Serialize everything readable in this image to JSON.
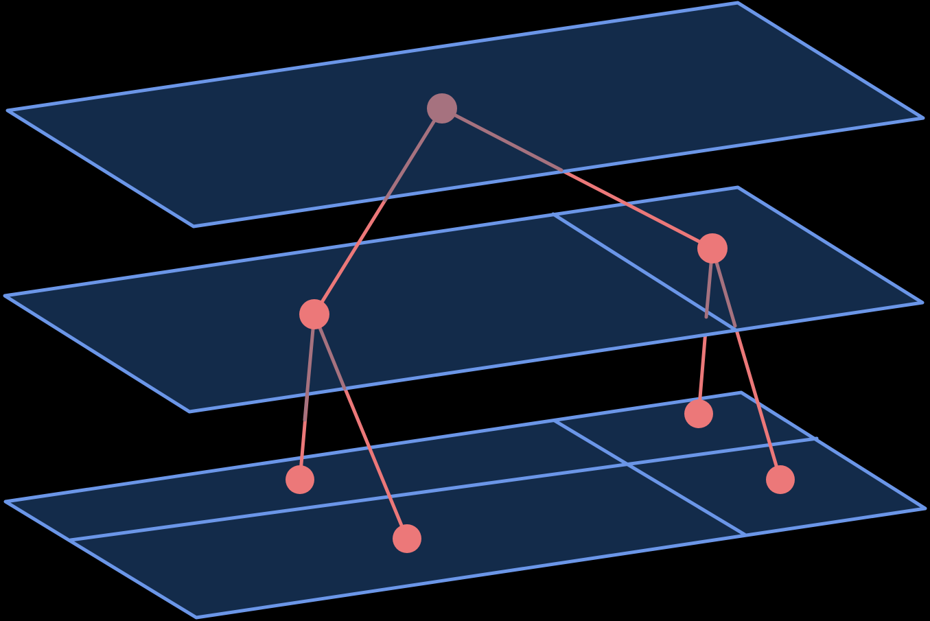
{
  "diagram": {
    "type": "hierarchical-spatial-partition",
    "levels": [
      {
        "level": 0,
        "cells": 1
      },
      {
        "level": 1,
        "cells": 2
      },
      {
        "level": 2,
        "cells": 4
      }
    ],
    "tree": {
      "root": "n0",
      "children": {
        "n0": [
          "n1",
          "n2"
        ],
        "n1": [
          "n3",
          "n4"
        ],
        "n2": [
          "n5",
          "n6"
        ]
      }
    },
    "colors": {
      "background": "#000000",
      "plane_fill": "#132b4a",
      "plane_stroke": "#6b96e8",
      "node": "#ec7879",
      "node_occluded": "#a6727f"
    }
  }
}
